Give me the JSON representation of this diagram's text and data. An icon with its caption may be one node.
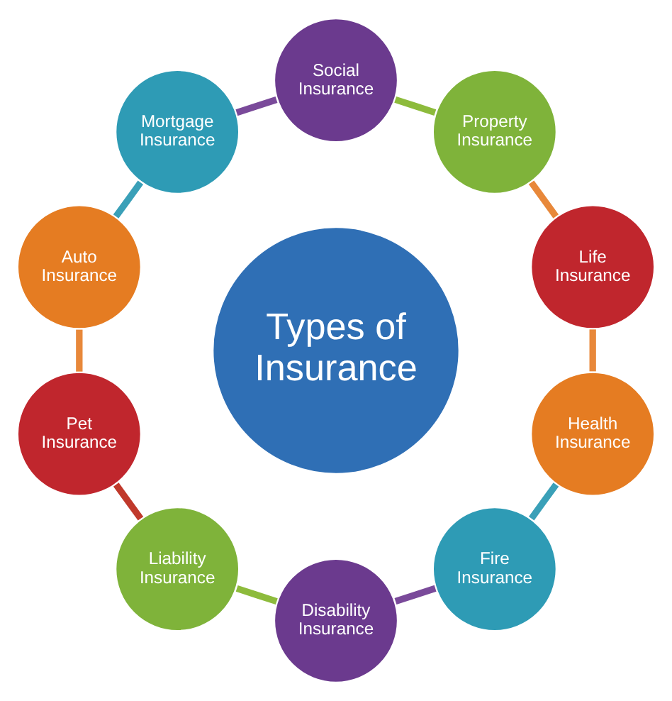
{
  "diagram": {
    "nodes": [
      {
        "text": [
          "Types of Insurance"
        ]
      },
      {
        "text": [
          "Life Insurance"
        ]
      },
      {
        "text": [
          "Property Insurance"
        ]
      },
      {
        "text": [
          "Social Insurance"
        ]
      },
      {
        "text": [
          "Mortgage Insurance"
        ]
      },
      {
        "text": [
          "Auto Insurance"
        ]
      },
      {
        "text": [
          "Pet Insurance"
        ]
      },
      {
        "text": [
          "Liability Insurance"
        ]
      },
      {
        "text": [
          "Disability Insurance"
        ]
      },
      {
        "text": [
          "Fire Insurance"
        ]
      },
      {
        "text": [
          "Health Insurance"
        ]
      }
    ],
    "edges": [
      {
        "from": 1,
        "to": 2,
        "arrow": "none",
        "color": "#e8883a"
      },
      {
        "from": 2,
        "to": 3,
        "arrow": "none",
        "color": "#8dbb3c"
      },
      {
        "from": 3,
        "to": 4,
        "arrow": "none",
        "color": "#7a4a9a"
      },
      {
        "from": 4,
        "to": 5,
        "arrow": "none",
        "color": "#3aa0b8"
      },
      {
        "from": 5,
        "to": 6,
        "arrow": "none",
        "color": "#e8883a"
      },
      {
        "from": 6,
        "to": 7,
        "arrow": "none",
        "color": "#c0392b"
      },
      {
        "from": 7,
        "to": 8,
        "arrow": "none",
        "color": "#8dbb3c"
      },
      {
        "from": 8,
        "to": 9,
        "arrow": "none",
        "color": "#7a4a9a"
      },
      {
        "from": 9,
        "to": 10,
        "arrow": "none",
        "color": "#3aa0b8"
      },
      {
        "from": 10,
        "to": 1,
        "arrow": "none",
        "color": "#e8883a"
      }
    ]
  }
}
